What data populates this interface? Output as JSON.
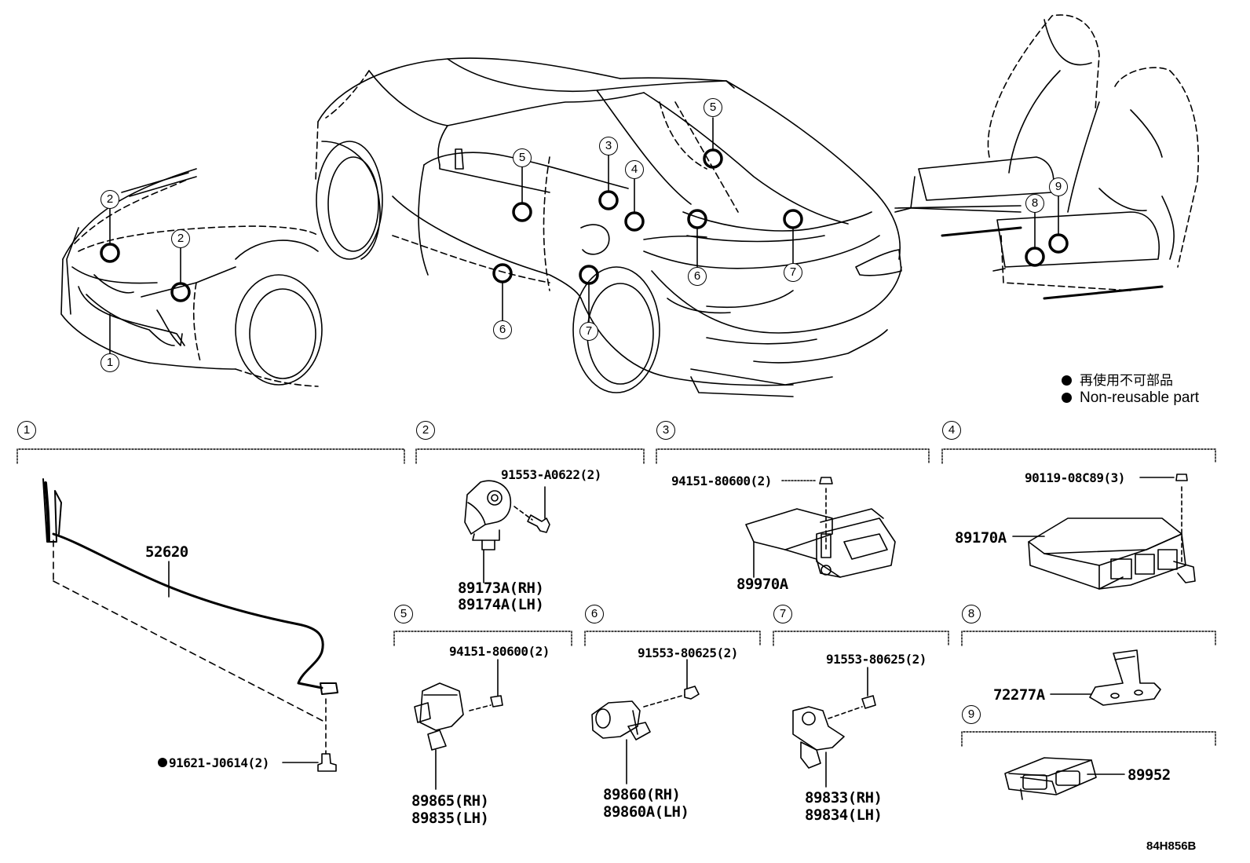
{
  "legend": {
    "line1": "再使用不可部品",
    "line2": "Non-reusable part"
  },
  "diagram_code": "84H856B",
  "callouts": {
    "n1": "1",
    "n2": "2",
    "n3": "3",
    "n4": "4",
    "n5": "5",
    "n6": "6",
    "n7": "7",
    "n8": "8",
    "n9": "9"
  },
  "sections": [
    {
      "num": "1",
      "main_part": "52620",
      "fastener": "91621-J0614(2)",
      "fastener_nonreusable": true
    },
    {
      "num": "2",
      "fastener": "91553-A0622(2)",
      "parts": [
        "89173A(RH)",
        "89174A(LH)"
      ]
    },
    {
      "num": "3",
      "fastener": "94151-80600(2)",
      "main_part": "89970A"
    },
    {
      "num": "4",
      "fastener": "90119-08C89(3)",
      "main_part": "89170A"
    },
    {
      "num": "5",
      "fastener": "94151-80600(2)",
      "parts": [
        "89865(RH)",
        "89835(LH)"
      ]
    },
    {
      "num": "6",
      "fastener": "91553-80625(2)",
      "parts": [
        "89860(RH)",
        "89860A(LH)"
      ]
    },
    {
      "num": "7",
      "fastener": "91553-80625(2)",
      "parts": [
        "89833(RH)",
        "89834(LH)"
      ]
    },
    {
      "num": "8",
      "main_part": "72277A"
    },
    {
      "num": "9",
      "main_part": "89952"
    }
  ]
}
